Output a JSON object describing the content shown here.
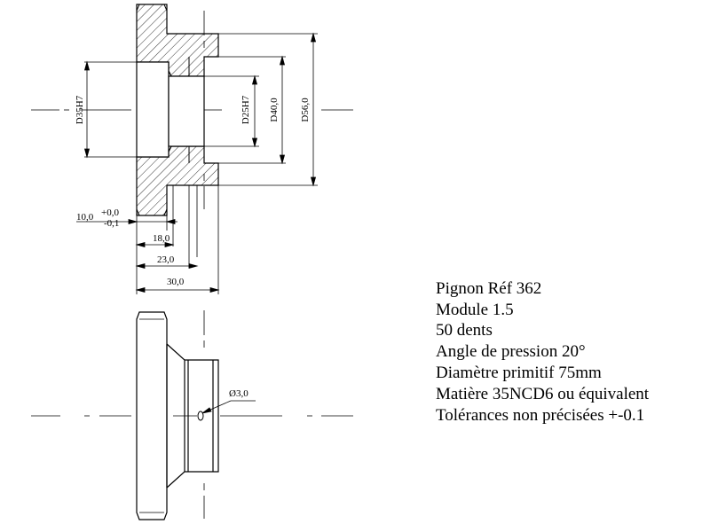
{
  "dimensions": {
    "bore_d35": "D35H7",
    "bore_d25": "D25H7",
    "d40": "D40,0",
    "d56": "D56,0",
    "width_10": "10,0",
    "tol_upper": "+0,0",
    "tol_lower": "-0,1",
    "len_18": "18,0",
    "len_23": "23,0",
    "len_30": "30,0",
    "hole_3": "Ø3,0"
  },
  "notes": [
    "Pignon Réf 362",
    "Module 1.5",
    "50 dents",
    "Angle de pression 20°",
    "Diamètre primitif 75mm",
    "Matière 35NCD6 ou équivalent",
    "Tolérances non précisées +-0.1"
  ]
}
